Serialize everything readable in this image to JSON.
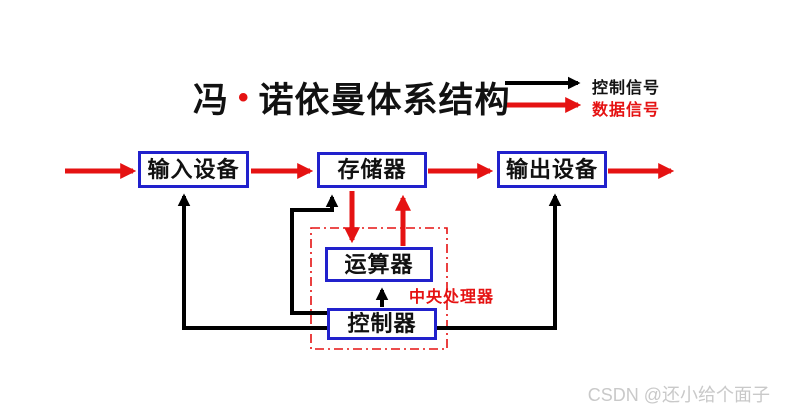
{
  "title": {
    "prefix": "冯",
    "dot": "•",
    "suffix": "诺依曼体系结构"
  },
  "legend": {
    "control": {
      "label": "控制信号",
      "color": "#000000"
    },
    "data": {
      "label": "数据信号",
      "color": "#e51212"
    }
  },
  "diagram": {
    "boxes": {
      "input": "输入设备",
      "memory": "存储器",
      "output": "输出设备",
      "alu": "运算器",
      "control": "控制器"
    },
    "cpu_label": "中央处理器"
  },
  "colors": {
    "box_border_blue": "#2121cc",
    "data_signal_red": "#e51212",
    "control_signal_black": "#000000",
    "cpu_dashed_border_red": "#e51212",
    "watermark_gray": "#c9c9c9"
  },
  "watermark": "CSDN @还小给个面子"
}
